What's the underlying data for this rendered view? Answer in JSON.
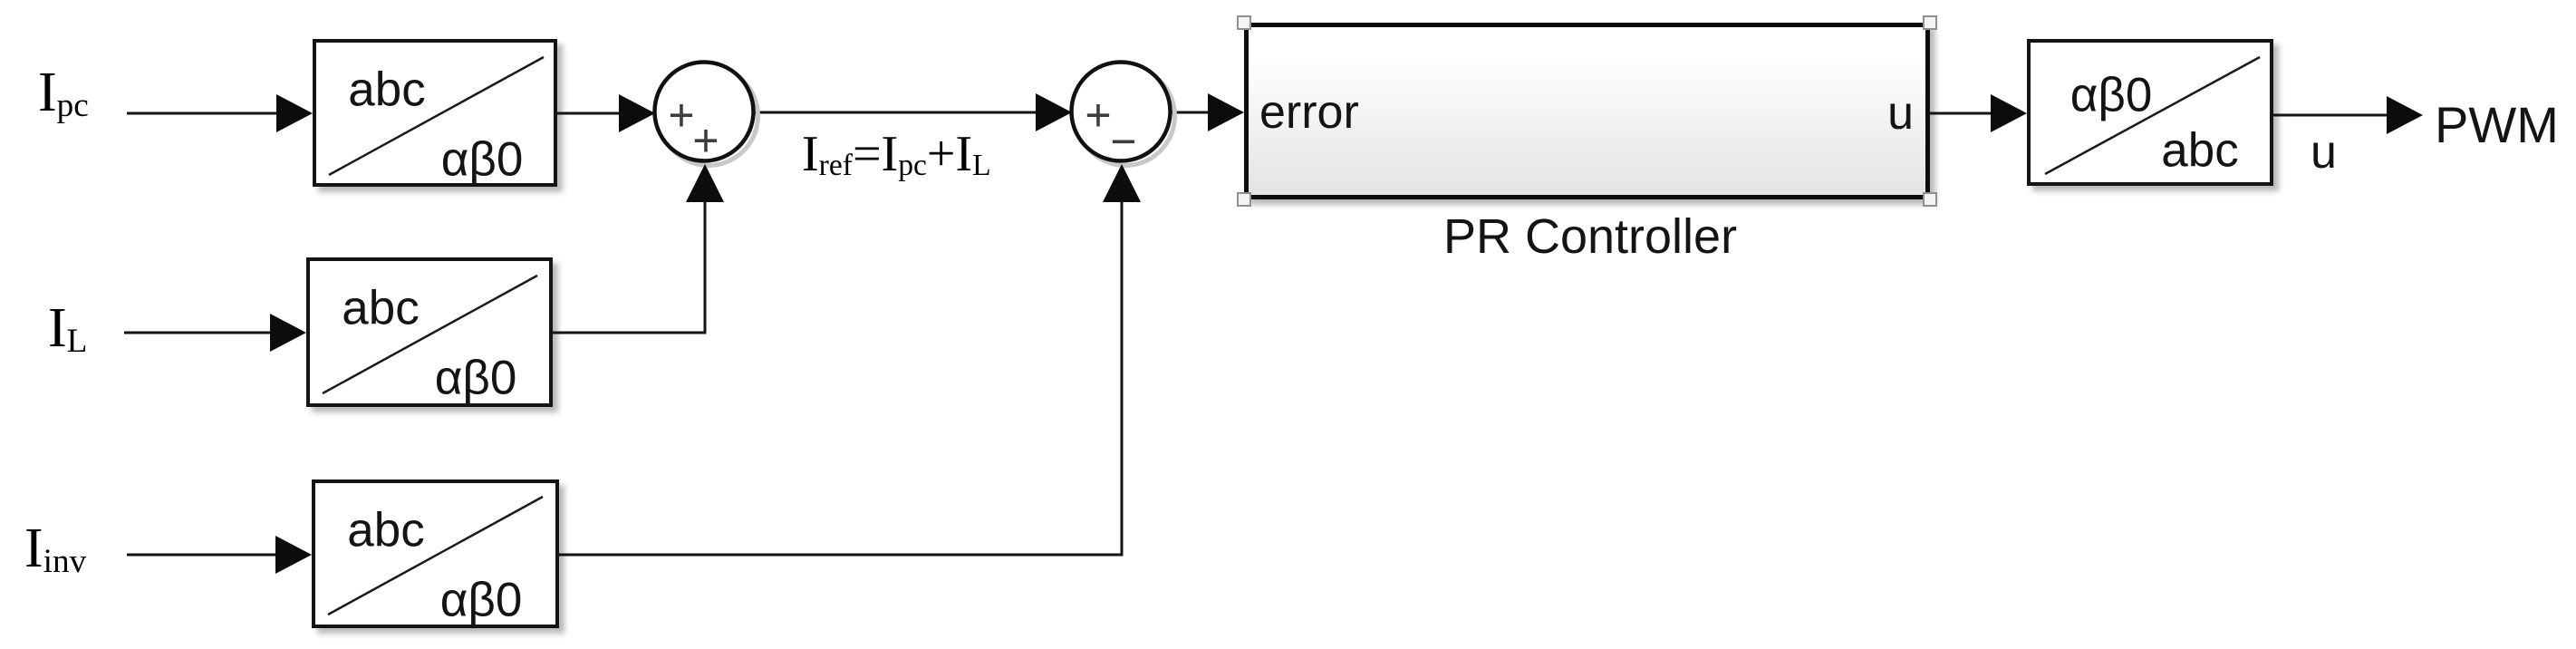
{
  "labels": {
    "ipc": {
      "base": "I",
      "sub": "pc"
    },
    "il": {
      "base": "I",
      "sub": "L"
    },
    "iinv": {
      "base": "I",
      "sub": "inv"
    },
    "equation": {
      "base1": "I",
      "sub1": "ref",
      "equals": "=",
      "base2": "I",
      "sub2": "pc",
      "plus": "+",
      "base3": "I",
      "sub3": "L"
    },
    "u_signal": "u",
    "pwm": "PWM"
  },
  "blocks": {
    "abc_ab0": {
      "top_left": "abc",
      "bottom_right": "αβ0"
    },
    "ab0_abc": {
      "top_left": "αβ0",
      "bottom_right": "abc"
    },
    "pr": {
      "input_port": "error",
      "output_port": "u",
      "caption": "PR Controller"
    }
  },
  "sums": {
    "sum1": {
      "left": "+",
      "bottom": "+"
    },
    "sum2": {
      "left": "+",
      "bottom": "−"
    }
  },
  "colors": {
    "background": "#ffffff",
    "line": "#141414",
    "block_border": "#141414",
    "block_fill": "#ffffff",
    "pr_gradient_bottom": "#e3e3e3",
    "sum_sign": "#3d3d3d",
    "selection_handle_fill": "#f4f4f4",
    "selection_handle_border": "#8f8f8f"
  }
}
